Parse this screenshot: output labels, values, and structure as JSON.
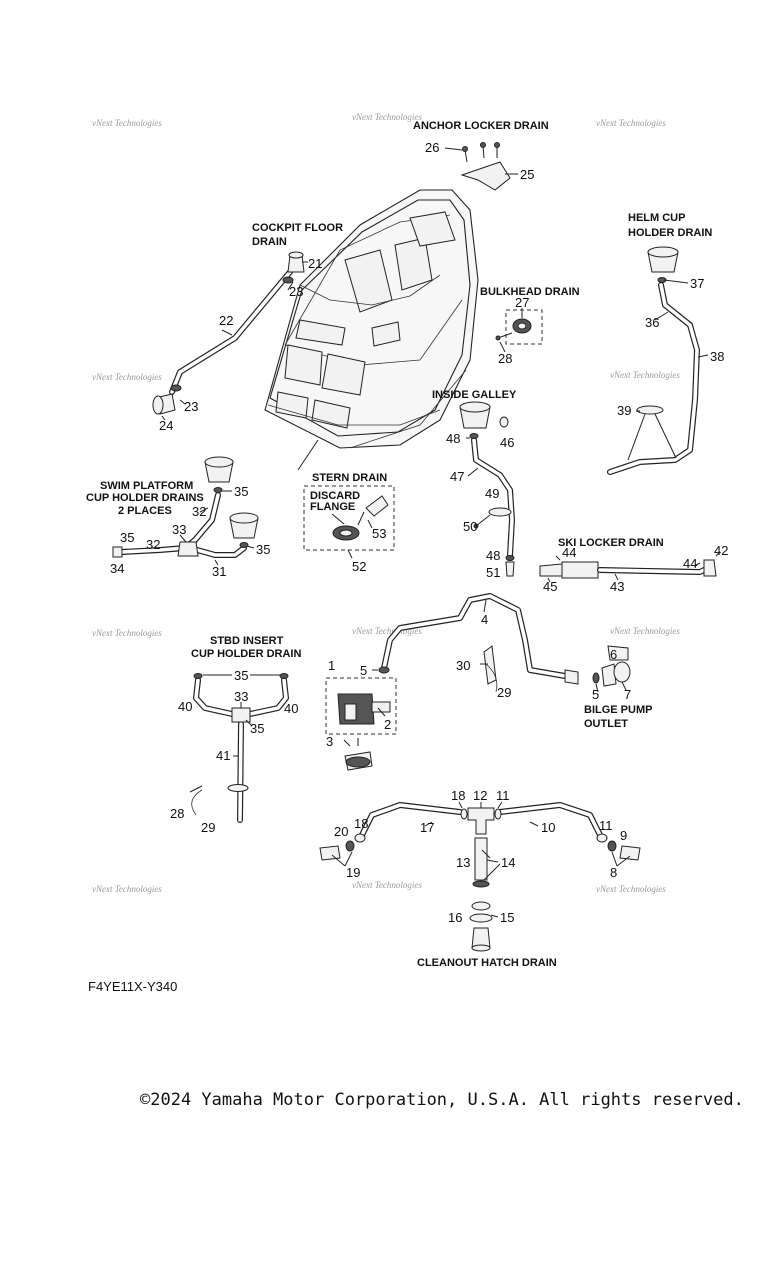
{
  "watermark": "vNext Technologies",
  "labels": {
    "anchor_locker_drain": "ANCHOR LOCKER DRAIN",
    "cockpit_floor_drain_1": "COCKPIT FLOOR",
    "cockpit_floor_drain_2": "DRAIN",
    "helm_cup_1": "HELM CUP",
    "helm_cup_2": "HOLDER DRAIN",
    "bulkhead_drain": "BULKHEAD DRAIN",
    "inside_galley": "INSIDE GALLEY",
    "swim_platform_1": "SWIM PLATFORM",
    "swim_platform_2": "CUP HOLDER DRAINS",
    "swim_platform_3": "2 PLACES",
    "stern_drain": "STERN DRAIN",
    "discard_1": "DISCARD",
    "discard_2": "FLANGE",
    "ski_locker_drain": "SKI LOCKER DRAIN",
    "stbd_insert_1": "STBD INSERT",
    "stbd_insert_2": "CUP HOLDER DRAIN",
    "bilge_pump_1": "BILGE PUMP",
    "bilge_pump_2": "OUTLET",
    "cleanout_hatch_drain": "CLEANOUT HATCH DRAIN"
  },
  "callouts": {
    "c1": "1",
    "c2": "2",
    "c3": "3",
    "c4": "4",
    "c5a": "5",
    "c5b": "5",
    "c6": "6",
    "c7": "7",
    "c8": "8",
    "c9": "9",
    "c10": "10",
    "c11a": "11",
    "c11b": "11",
    "c12": "12",
    "c13": "13",
    "c14": "14",
    "c15": "15",
    "c16": "16",
    "c17": "17",
    "c18a": "18",
    "c18b": "18",
    "c19": "19",
    "c20": "20",
    "c21": "21",
    "c22": "22",
    "c23a": "23",
    "c23b": "23",
    "c24": "24",
    "c25": "25",
    "c26": "26",
    "c27": "27",
    "c28a": "28",
    "c28b": "28",
    "c29a": "29",
    "c29b": "29",
    "c30": "30",
    "c31": "31",
    "c32a": "32",
    "c32b": "32",
    "c33a": "33",
    "c33b": "33",
    "c34": "34",
    "c35a": "35",
    "c35b": "35",
    "c35c": "35",
    "c35d": "35",
    "c35e": "35",
    "c36": "36",
    "c37": "37",
    "c38": "38",
    "c39": "39",
    "c40a": "40",
    "c40b": "40",
    "c41": "41",
    "c42": "42",
    "c43": "43",
    "c44a": "44",
    "c44b": "44",
    "c45": "45",
    "c46": "46",
    "c47": "47",
    "c48a": "48",
    "c48b": "48",
    "c49": "49",
    "c50": "50",
    "c51": "51",
    "c52": "52",
    "c53": "53"
  },
  "diagram_code": "F4YE11X-Y340",
  "copyright": "©2024 Yamaha Motor Corporation, U.S.A. All rights reserved."
}
